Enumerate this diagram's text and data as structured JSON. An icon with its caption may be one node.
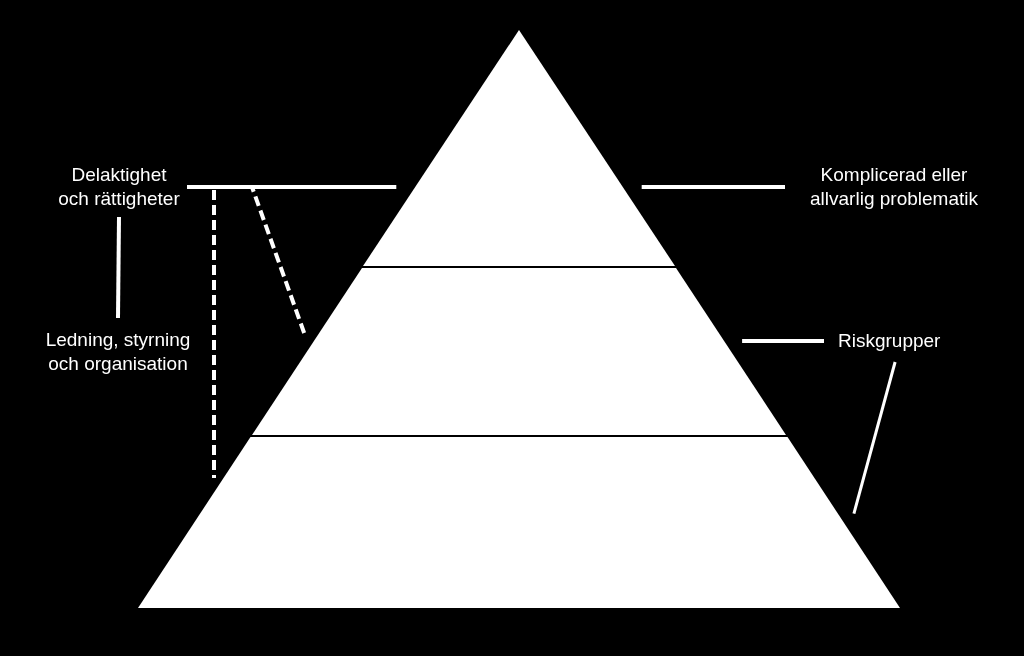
{
  "diagram": {
    "nodes": [
      {
        "text": [],
        "shape": "triangle"
      },
      {
        "text": [],
        "shape": "trapezoid"
      },
      {
        "text": [],
        "shape": "trapezoid"
      },
      {
        "text": [
          "Delaktighet och rättigheter"
        ]
      },
      {
        "text": [
          "Komplicerad eller allvarlig problematik"
        ]
      },
      {
        "text": [
          "Ledning, styrning och organisation"
        ]
      },
      {
        "text": [
          "Riskgrupper"
        ]
      }
    ],
    "edges": [
      {
        "from": 3,
        "to": 0,
        "arrow": "none"
      },
      {
        "from": 3,
        "to": 1,
        "arrow": "none",
        "style": "dashed"
      },
      {
        "from": 3,
        "to": 2,
        "arrow": "none",
        "style": "dashed"
      },
      {
        "from": 3,
        "to": 5,
        "arrow": "none"
      },
      {
        "from": 4,
        "to": 0,
        "arrow": "none"
      },
      {
        "from": 6,
        "to": 1,
        "arrow": "none"
      },
      {
        "from": 6,
        "to": 2,
        "arrow": "none"
      }
    ]
  }
}
